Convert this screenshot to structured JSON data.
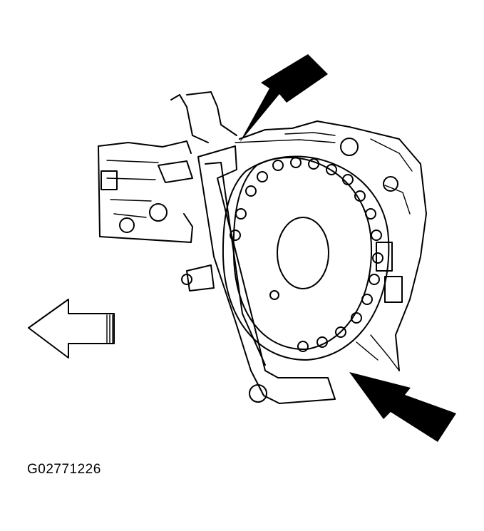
{
  "figure": {
    "id_label": "G02771226",
    "colors": {
      "line": "#000000",
      "background": "#ffffff"
    },
    "callouts": [
      {
        "name": "upper-pointer-arrow",
        "style": "solid"
      },
      {
        "name": "lower-pointer-arrow",
        "style": "solid"
      },
      {
        "name": "direction-arrow",
        "style": "outline",
        "direction": "left"
      }
    ]
  }
}
